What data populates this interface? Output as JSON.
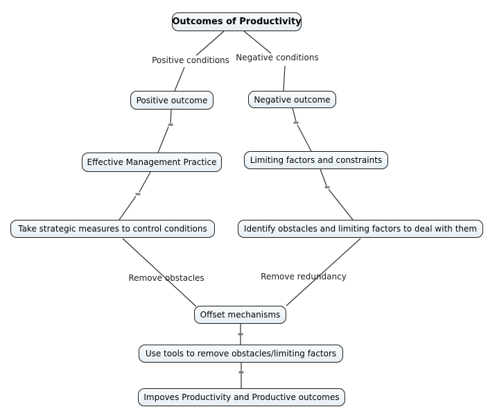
{
  "diagram": {
    "type": "concept-map",
    "title": "Outcomes of Productivity"
  },
  "nodes": [
    {
      "id": "outcomes-of-productivity",
      "label": "Outcomes of Productivity"
    },
    {
      "id": "positive-outcome",
      "label": "Positive outcome"
    },
    {
      "id": "negative-outcome",
      "label": "Negative outcome"
    },
    {
      "id": "effective-management-practice",
      "label": "Effective Management Practice"
    },
    {
      "id": "limiting-factors-and-constraints",
      "label": "Limiting factors and constraints"
    },
    {
      "id": "take-strategic-measures",
      "label": "Take strategic measures to control conditions"
    },
    {
      "id": "identify-obstacles",
      "label": "Identify obstacles and limiting factors to deal with them"
    },
    {
      "id": "offset-mechanisms",
      "label": "Offset mechanisms"
    },
    {
      "id": "use-tools",
      "label": "Use tools to remove obstacles/limiting factors"
    },
    {
      "id": "improves-productivity",
      "label": "Impoves Productivity and Productive outcomes"
    }
  ],
  "edge_labels": [
    {
      "id": "positive-conditions",
      "label": "Positive conditions"
    },
    {
      "id": "negative-conditions",
      "label": "Negative conditions"
    },
    {
      "id": "remove-obstacles",
      "label": "Remove obstacles"
    },
    {
      "id": "remove-redundancy",
      "label": "Remove redundancy"
    }
  ],
  "colors": {
    "background": "#ffffff",
    "node_fill_top": "#f8fbfd",
    "node_fill_bottom": "#e6eff5",
    "node_border": "#1c1c1c",
    "line": "#2a2a2a",
    "tick_handle": "#7a7a7a",
    "text": "#000000"
  }
}
